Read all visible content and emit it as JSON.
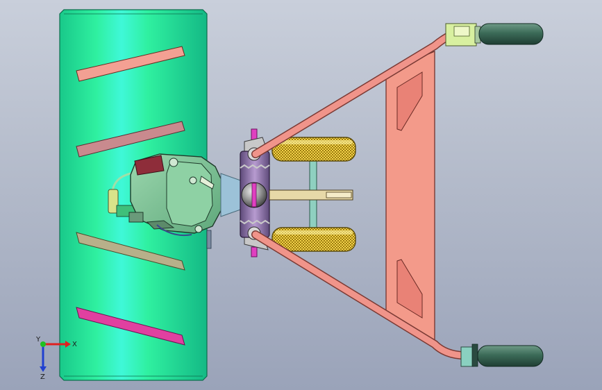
{
  "viewport": {
    "background_top": "#c9cfdb",
    "background_bottom": "#9aa3b9"
  },
  "model": {
    "parts": [
      "drum-cylinder",
      "engine-housing",
      "support-hub",
      "wheel-pair",
      "handle-frame",
      "frame-plate",
      "grip-handles"
    ],
    "colors": {
      "drum": "#2ff0a0",
      "drum_slot": "#f3a093",
      "frame_tube": "#f0948a",
      "frame_plate": "#f39a8a",
      "engine": "#7fc99a",
      "wheel_tread": "#f6d23a",
      "grip": "#3c6b58",
      "hub": "#8b6ea6"
    }
  },
  "triad": {
    "x_label": "X",
    "y_label": "Y",
    "z_label": "Z",
    "x_color": "#e02020",
    "y_color": "#20c020",
    "z_color": "#2040d0"
  }
}
